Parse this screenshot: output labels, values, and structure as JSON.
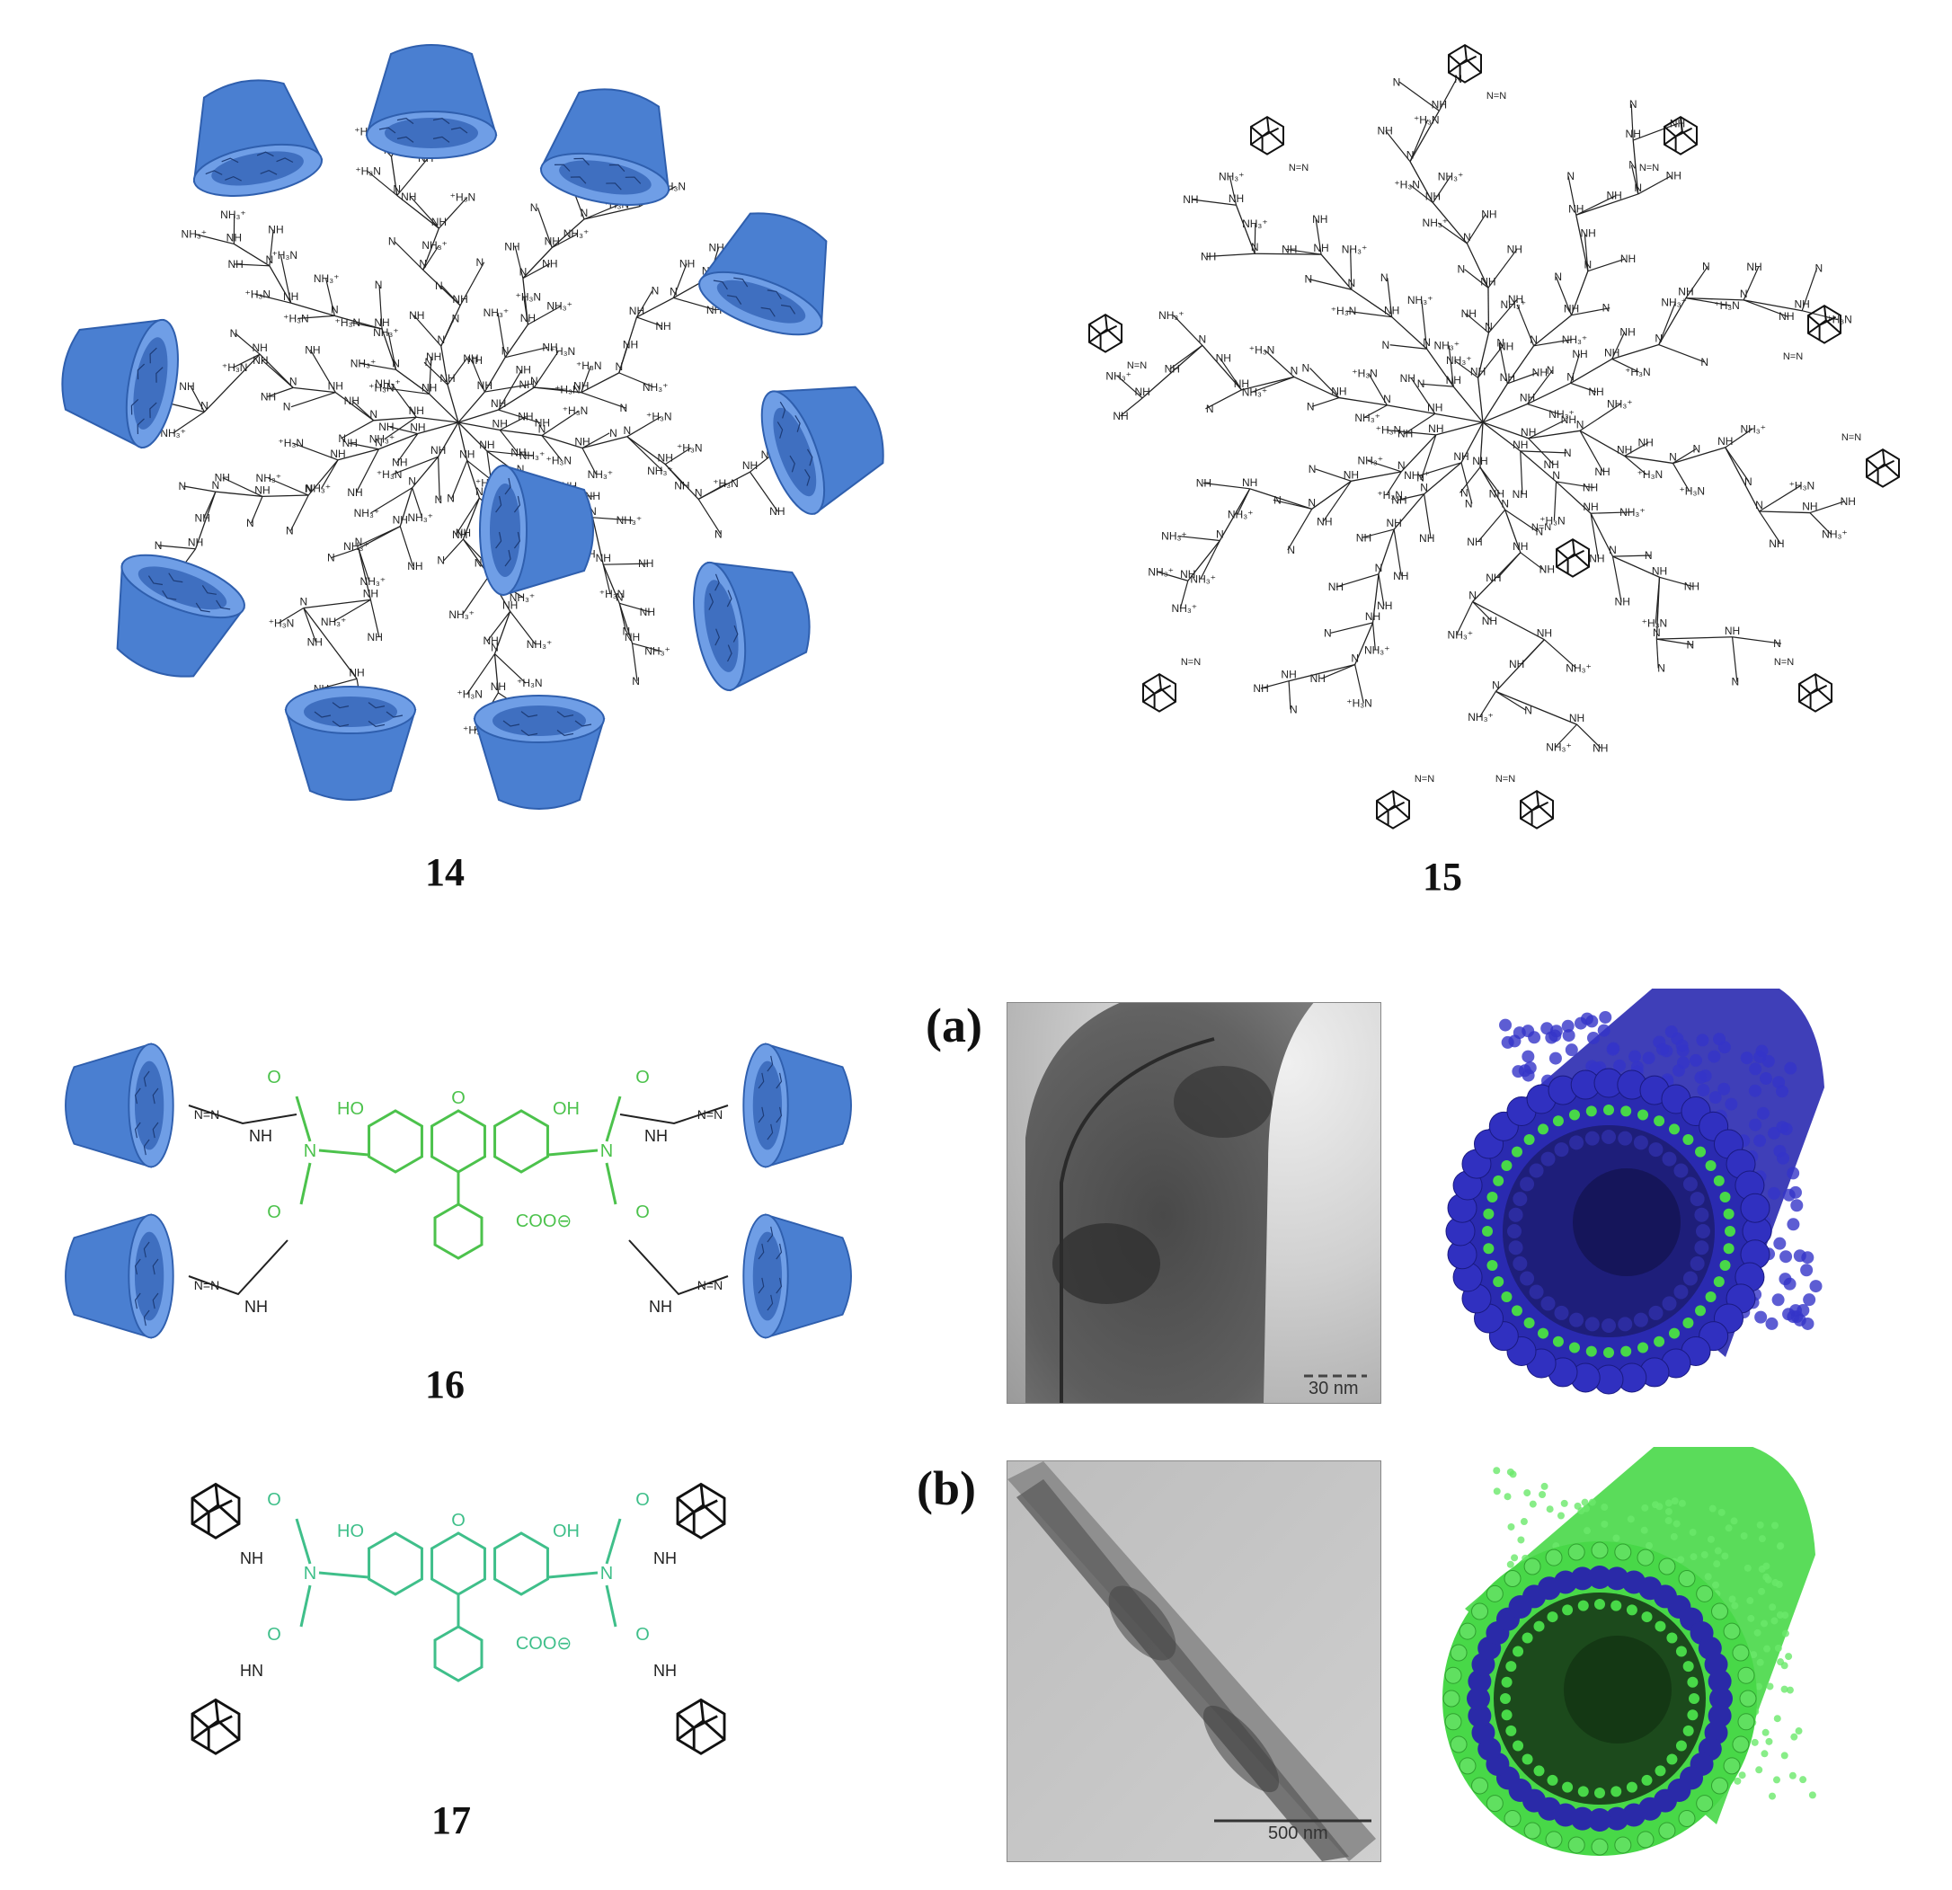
{
  "compounds": {
    "c14": "14",
    "c15": "15",
    "c16": "16",
    "c17": "17"
  },
  "panels": {
    "a_label": "(a)",
    "b_label": "(b)",
    "a_scale": "30 nm",
    "b_scale": "500 nm"
  },
  "chemistry": {
    "amine": "⁺H₃N",
    "ammonium": "NH₃⁺",
    "nh": "NH",
    "n": "N",
    "o": "O",
    "hn": "HN",
    "ho": "HO",
    "oh": "OH",
    "coo": "COO⊖"
  },
  "colors": {
    "cyclodextrin": "#4a7fd1",
    "fluorescein_16": "#4cc24c",
    "fluorescein_17": "#3fbf8a",
    "nanotube_blue": "#2a2ab0",
    "nanotube_green": "#48d848",
    "structure_line": "#222222"
  },
  "icons": [
    "cyclodextrin-cone-icon",
    "adamantane-icon",
    "triazole-icon"
  ]
}
